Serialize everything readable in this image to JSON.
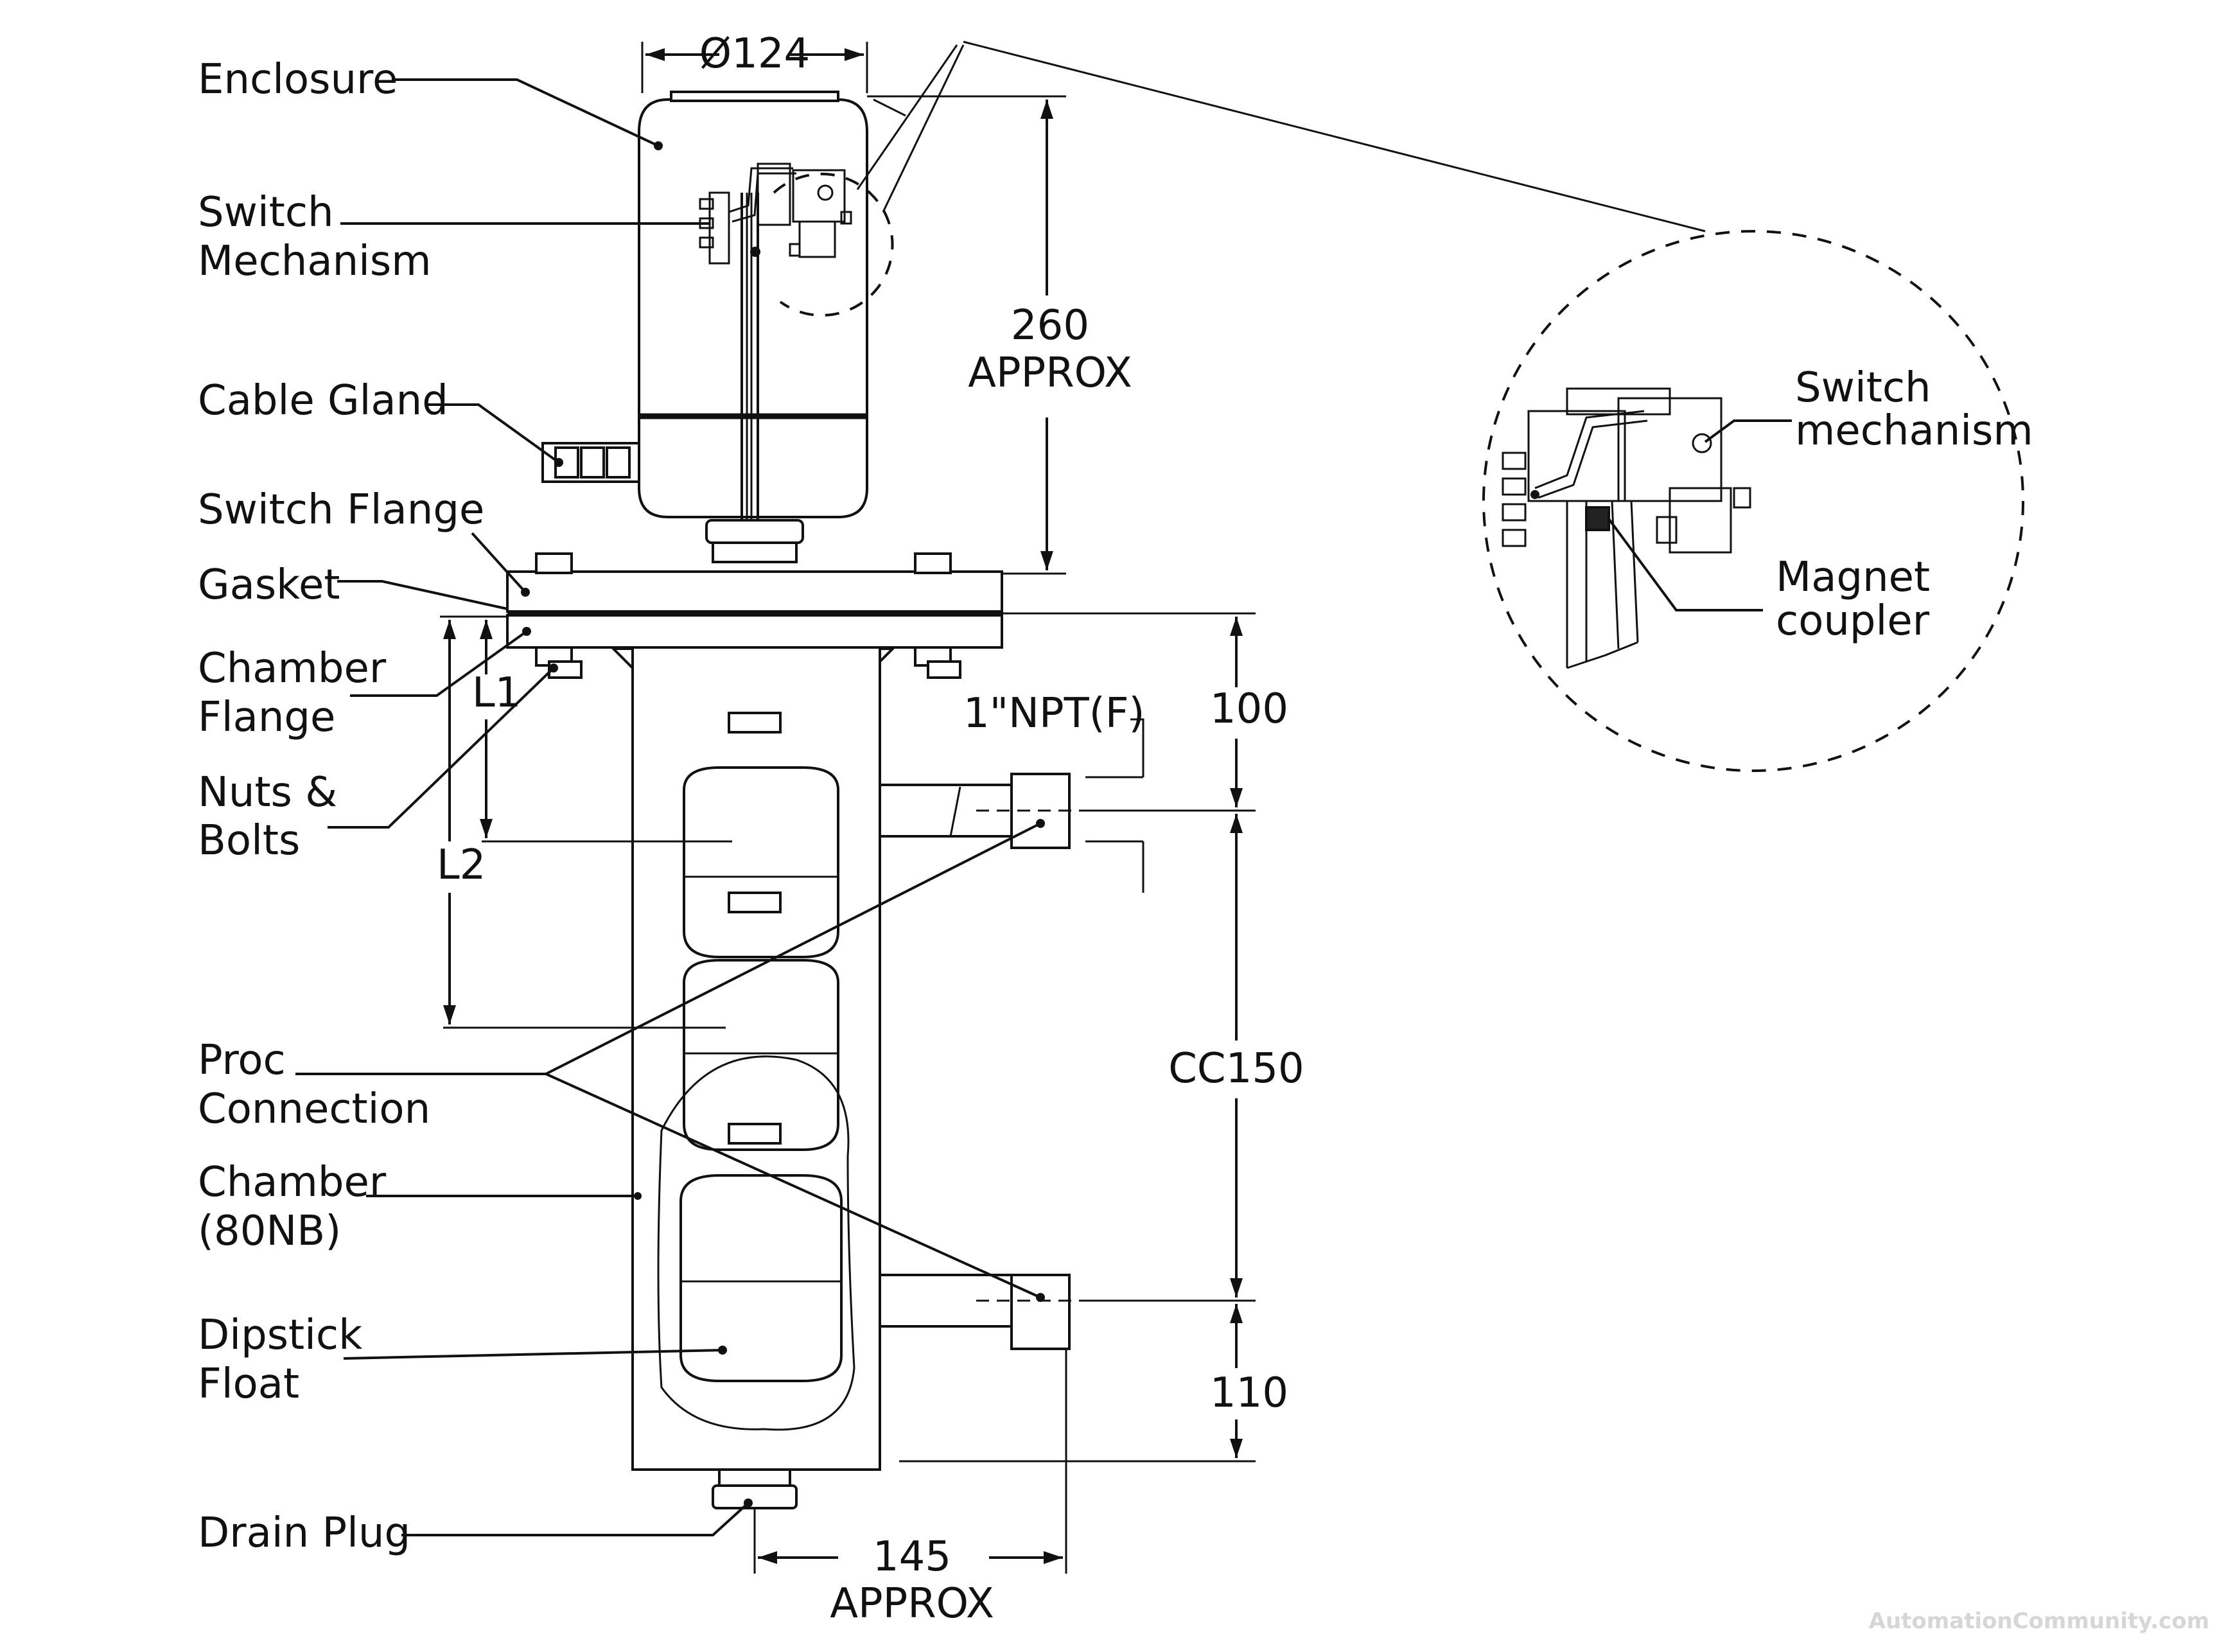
{
  "labels": {
    "enclosure": "Enclosure",
    "switch_mechanism_1": "Switch",
    "switch_mechanism_2": "Mechanism",
    "cable_gland": "Cable Gland",
    "switch_flange": "Switch Flange",
    "gasket": "Gasket",
    "chamber_flange_1": "Chamber",
    "chamber_flange_2": "Flange",
    "nuts_bolts_1": "Nuts &",
    "nuts_bolts_2": "Bolts",
    "proc_connection_1": "Proc",
    "proc_connection_2": "Connection",
    "chamber_1": "Chamber",
    "chamber_2": "(80NB)",
    "dipstick_float_1": "Dipstick",
    "dipstick_float_2": "Float",
    "drain_plug": "Drain Plug"
  },
  "detail": {
    "switch_1": "Switch",
    "switch_2": "mechanism",
    "magnet_1": "Magnet",
    "magnet_2": "coupler"
  },
  "dimensions": {
    "diameter": "Ø124",
    "height_value": "260",
    "height_note": "APPROX",
    "top_offset": "100",
    "npt": "1\"NPT(F)",
    "center_to_center": "CC150",
    "bottom_offset": "110",
    "width_value": "145",
    "width_note": "APPROX",
    "l1": "L1",
    "l2": "L2"
  },
  "watermark": "AutomationCommunity.com"
}
